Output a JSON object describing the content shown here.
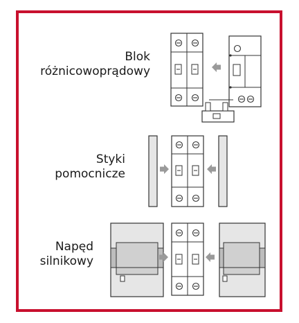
{
  "rows": [
    {
      "line1": "Blok",
      "line2": "różnicowoprądowy"
    },
    {
      "line1": "Styki",
      "line2": "pomocnicze"
    },
    {
      "line1": "Napęd",
      "line2": "silnikowy"
    }
  ],
  "colors": {
    "frame": "#c8102e",
    "module_fill": "#ffffff",
    "side_fill": "#e6e6e6",
    "stroke": "#333333",
    "arrow": "#9a9a9a"
  }
}
